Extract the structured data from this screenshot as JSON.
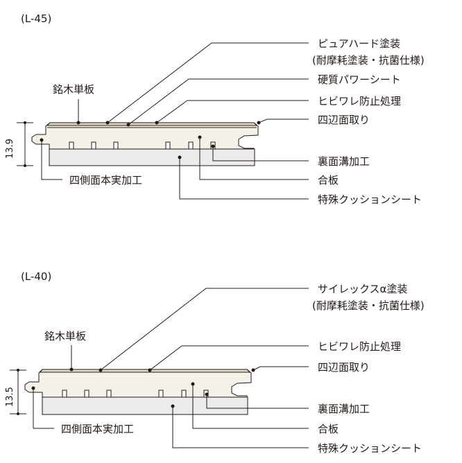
{
  "diagrams": [
    {
      "code": "(L-45)",
      "thickness": "13.9",
      "labels": {
        "coating_line1": "ピュアハード塗装",
        "coating_line2": "(耐摩耗塗装・抗菌仕様)",
        "hard_sheet": "硬質パワーシート",
        "crack_prevention": "ヒビワレ防止処理",
        "four_side_chamfer": "四辺面取り",
        "veneer": "銘木単板",
        "back_groove": "裏面溝加工",
        "four_side_joint": "四側面本実加工",
        "plywood": "合板",
        "cushion_sheet": "特殊クッションシート"
      }
    },
    {
      "code": "(L-40)",
      "thickness": "13.5",
      "labels": {
        "coating_line1": "サイレックスα塗装",
        "coating_line2": "(耐摩耗塗装・抗菌仕様)",
        "crack_prevention": "ヒビワレ防止処理",
        "four_side_chamfer": "四辺面取り",
        "veneer": "銘木単板",
        "back_groove": "裏面溝加工",
        "four_side_joint": "四側面本実加工",
        "plywood": "合板",
        "cushion_sheet": "特殊クッションシート"
      }
    }
  ]
}
